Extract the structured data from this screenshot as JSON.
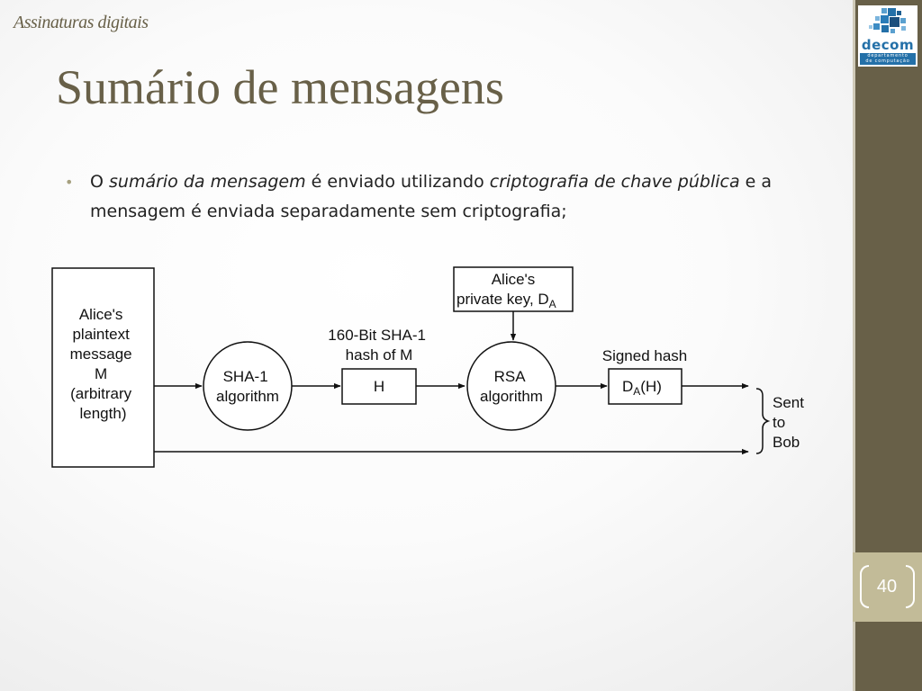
{
  "header": {
    "section_label": "Assinaturas digitais",
    "title": "Sumário de mensagens"
  },
  "logo": {
    "name": "decom",
    "subtitle_line1": "departamento",
    "subtitle_line2": "de computação"
  },
  "bullets": [
    {
      "parts": [
        {
          "text": "O ",
          "italic": false
        },
        {
          "text": "sumário da mensagem",
          "italic": true
        },
        {
          "text": " é enviado utilizando ",
          "italic": false
        },
        {
          "text": "criptografia de chave pública",
          "italic": true
        },
        {
          "text": " e a mensagem é enviada separadamente sem criptografia;",
          "italic": false
        }
      ]
    }
  ],
  "diagram": {
    "message_box": [
      "Alice's",
      "plaintext",
      "message",
      "M",
      "(arbitrary",
      "length)"
    ],
    "sha_node": [
      "SHA-1",
      "algorithm"
    ],
    "hash_label": [
      "160-Bit SHA-1",
      "hash of M"
    ],
    "hash_box": "H",
    "key_box": [
      "Alice's",
      "private key, D",
      "A"
    ],
    "rsa_node": [
      "RSA",
      "algorithm"
    ],
    "signed_label": "Signed hash",
    "signed_box": [
      "D",
      "A",
      "(H)"
    ],
    "sent_label": [
      "Sent",
      "to",
      "Bob"
    ]
  },
  "footer": {
    "page_number": "40"
  },
  "colors": {
    "accent": "#686048",
    "page_box": "#c2bb98",
    "bullet": "#a6a07f",
    "logo_blue": "#2470a8"
  }
}
